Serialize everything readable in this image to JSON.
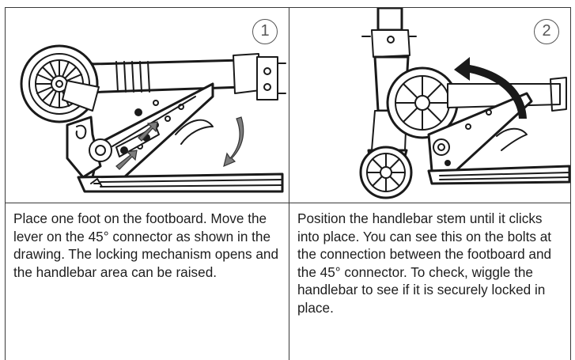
{
  "steps": [
    {
      "number": "1",
      "text": "Place one foot on the footboard. Move the lever on the 45° connector as shown in the drawing. The locking mechanism opens and the handlebar area can be raised."
    },
    {
      "number": "2",
      "text": "Position the handlebar stem until it clicks into place. You can see this on the bolts at the connection between the footboard and the 45° connector. To check, wiggle the handlebar to see if it is securely locked in place."
    }
  ],
  "colors": {
    "border": "#3a3a3a",
    "ink": "#1a1a1a",
    "arrow_gray": "#7d7d7d"
  }
}
